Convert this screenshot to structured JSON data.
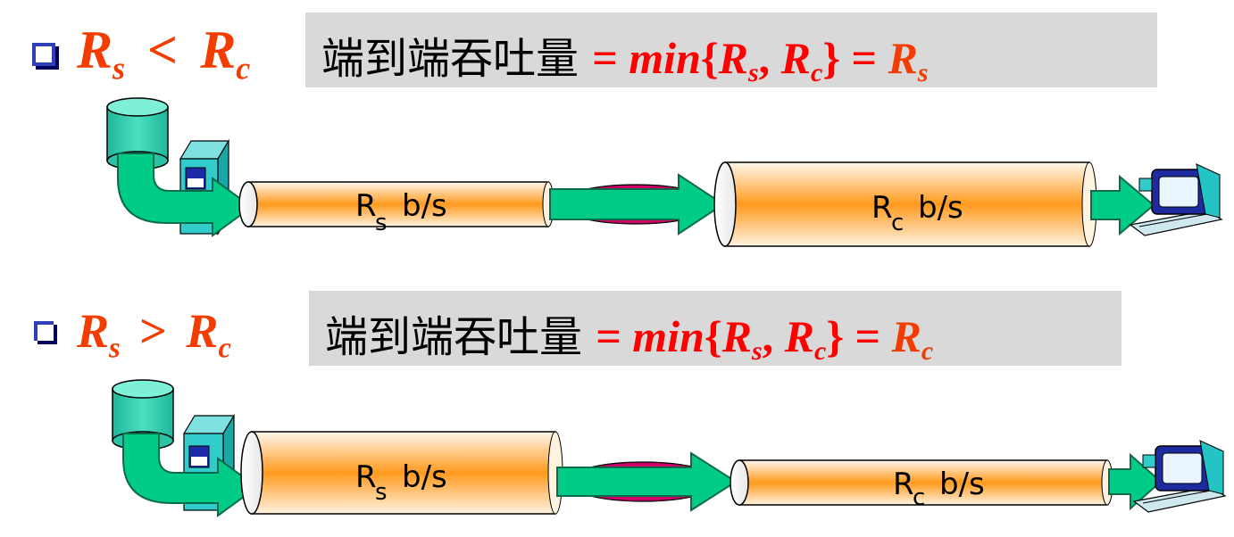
{
  "rows": [
    {
      "condition": {
        "a": "R",
        "a_sub": "s",
        "op": "<",
        "b": "R",
        "b_sub": "c"
      },
      "banner": {
        "zh": "端到端吞吐量",
        "eq1": "=",
        "fn": "min",
        "lbrace": "{",
        "r1": "R",
        "r1_sub": "s",
        "comma": ",",
        "r2": "R",
        "r2_sub": "c",
        "rbrace": "}",
        "eq2": "=",
        "res": "R",
        "res_sub": "s"
      },
      "pipe1": {
        "main": "R",
        "sub": "s",
        "unit": "b/s"
      },
      "pipe2": {
        "main": "R",
        "sub": "c",
        "unit": "b/s"
      }
    },
    {
      "condition": {
        "a": "R",
        "a_sub": "s",
        "op": ">",
        "b": "R",
        "b_sub": "c"
      },
      "banner": {
        "zh": "端到端吞吐量",
        "eq1": "=",
        "fn": "min",
        "lbrace": "{",
        "r1": "R",
        "r1_sub": "s",
        "comma": ",",
        "r2": "R",
        "r2_sub": "c",
        "rbrace": "}",
        "eq2": "=",
        "res": "R",
        "res_sub": "c"
      },
      "pipe1": {
        "main": "R",
        "sub": "s",
        "unit": "b/s"
      },
      "pipe2": {
        "main": "R",
        "sub": "c",
        "unit": "b/s"
      }
    }
  ],
  "colors": {
    "pipe_core": "#ff9a1e",
    "pipe_edge": "#fff6e8",
    "arrow": "#00cc88",
    "arrow_edge": "#0a6b4c",
    "server": "#33cccc",
    "link_oval": "#cc0066",
    "condition_text": "#f23c00",
    "formula_text": "#ff0000",
    "banner_bg": "#d9d9d9"
  }
}
